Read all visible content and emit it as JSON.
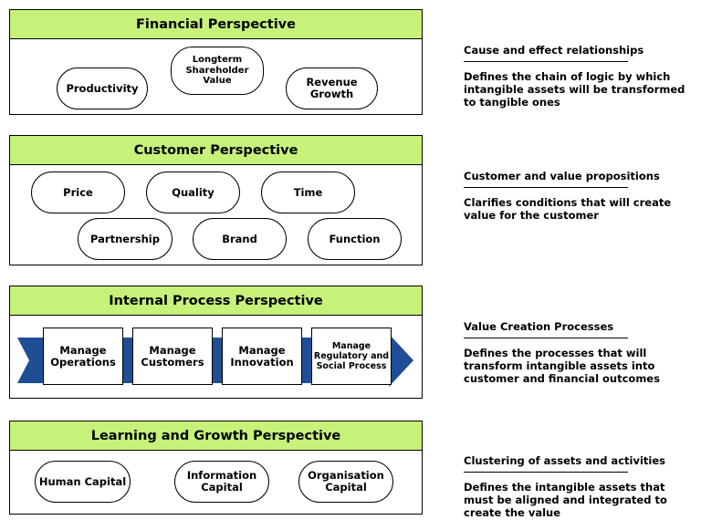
{
  "financial": {
    "title": "Financial Perspective",
    "items": [
      "Productivity",
      "Longterm\nShareholder\nValue",
      "Revenue\nGrowth"
    ]
  },
  "customer": {
    "title": "Customer Perspective",
    "row1": [
      "Price",
      "Quality",
      "Time"
    ],
    "row2": [
      "Partnership",
      "Brand",
      "Function"
    ]
  },
  "internal": {
    "title": "Internal Process Perspective",
    "steps": [
      "Manage\nOperations",
      "Manage\nCustomers",
      "Manage\nInnovation",
      "Manage\nRegulatory and\nSocial Process"
    ],
    "arrow_color": "#1f4e96"
  },
  "learning": {
    "title": "Learning and Growth Perspective",
    "items": [
      "Human Capital",
      "Information\nCapital",
      "Organisation\nCapital"
    ]
  },
  "side_notes": [
    {
      "title": "Cause and effect relationships",
      "desc": "Defines the chain of logic by which intangible assets will be transformed to tangible ones"
    },
    {
      "title": "Customer and value propositions",
      "desc": "Clarifies conditions that will create value for the customer"
    },
    {
      "title": "Value Creation Processes",
      "desc": "Defines the processes that will transform intangible assets into customer and financial outcomes"
    },
    {
      "title": "Clustering of assets and activities",
      "desc": "Defines the intangible assets that must be aligned and integrated to create the value"
    }
  ],
  "colors": {
    "header": "#c7f27a",
    "arrow": "#1f4e96"
  }
}
